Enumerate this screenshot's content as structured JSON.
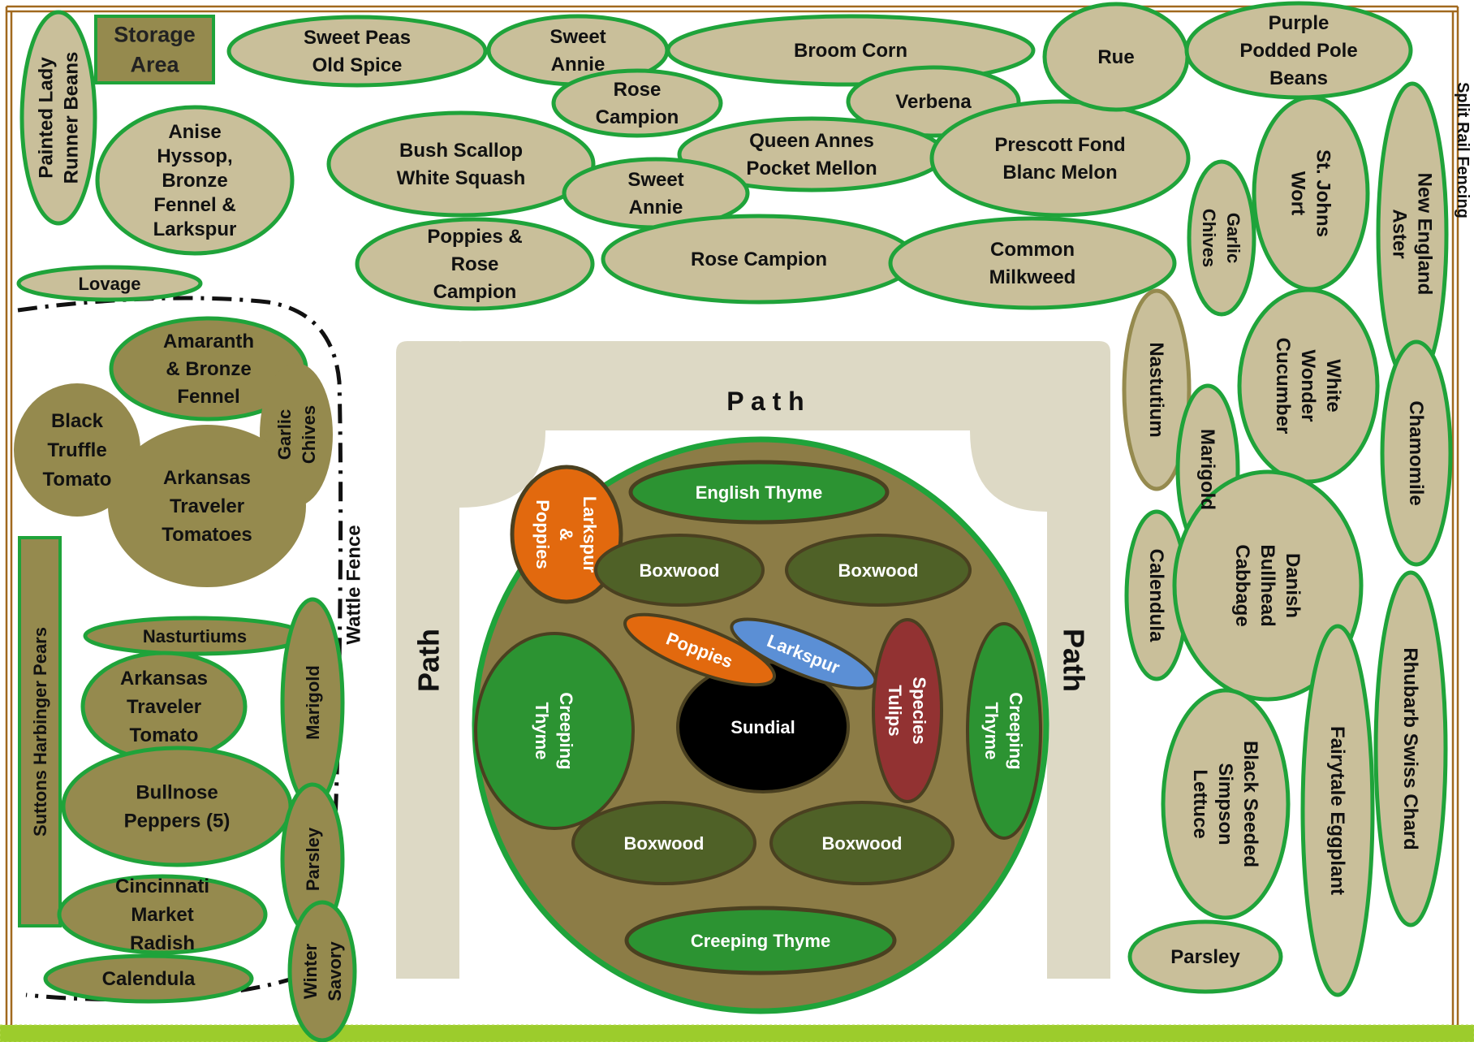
{
  "colors": {
    "bed_light": "#c9bf9a",
    "bed_dark": "#958a4e",
    "outline_green": "#1fa33a",
    "path": "#ddd9c5",
    "circle_ground": "#8c7c46",
    "boxwood": "#4f6127",
    "creeping": "#2c9332",
    "orange": "#e2690e",
    "blue": "#5b8fd5",
    "maroon": "#923232",
    "fence_brown": "#a1691e",
    "grass": "#9ccc2c"
  },
  "labels": {
    "storage_area": [
      "Storage",
      "Area"
    ],
    "sweet_peas": [
      "Sweet Peas",
      "Old Spice"
    ],
    "sweet_annie_top": [
      "Sweet",
      "Annie"
    ],
    "broom_corn": [
      "Broom Corn"
    ],
    "rue": [
      "Rue"
    ],
    "purple_beans": [
      "Purple",
      "Podded Pole",
      "Beans"
    ],
    "painted_lady": [
      "Painted Lady",
      "Runner Beans"
    ],
    "anise_hyssop": [
      "Anise",
      "Hyssop,",
      "Bronze",
      "Fennel &",
      "Larkspur"
    ],
    "rose_campion_top": [
      "Rose",
      "Campion"
    ],
    "verbena": [
      "Verbena"
    ],
    "bush_scallop": [
      "Bush Scallop",
      "White Squash"
    ],
    "queen_annes": [
      "Queen Annes",
      "Pocket Mellon"
    ],
    "prescott": [
      "Prescott Fond",
      "Blanc Melon"
    ],
    "sweet_annie_mid": [
      "Sweet",
      "Annie"
    ],
    "st_johns": [
      "St. Johns",
      "Wort"
    ],
    "new_england": [
      "New England",
      "Aster"
    ],
    "garlic_chives_right": [
      "Garlic",
      "Chives"
    ],
    "poppies_rose": [
      "Poppies &",
      "Rose",
      "Campion"
    ],
    "rose_campion_mid": [
      "Rose Campion"
    ],
    "common_milkweed": [
      "Common",
      "Milkweed"
    ],
    "lovage": [
      "Lovage"
    ],
    "split_rail": [
      "Split Rail Fencing"
    ],
    "amaranth": [
      "Amaranth",
      "& Bronze",
      "Fennel"
    ],
    "black_truffle": [
      "Black",
      "Truffle",
      "Tomato"
    ],
    "garlic_chives_left": [
      "Garlic",
      "Chives"
    ],
    "arkansas_tomatoes": [
      "Arkansas",
      "Traveler",
      "Tomatoes"
    ],
    "wattle_fence": [
      "Wattle Fence"
    ],
    "suttons_pears": [
      "Suttons Harbinger Pears"
    ],
    "nasturtiums": [
      "Nasturtiums"
    ],
    "marigold_left": [
      "Marigold"
    ],
    "arkansas_tomato": [
      "Arkansas",
      "Traveler",
      "Tomato"
    ],
    "bullnose": [
      "Bullnose",
      "Peppers (5)"
    ],
    "parsley_left": [
      "Parsley"
    ],
    "cincinnati": [
      "Cincinnati",
      "Market",
      "Radish"
    ],
    "winter_savory": [
      "Winter",
      "Savory"
    ],
    "calendula_left": [
      "Calendula"
    ],
    "nastutium": [
      "Nastutium"
    ],
    "marigold_right": [
      "Marigold"
    ],
    "white_wonder": [
      "White",
      "Wonder",
      "Cucumber"
    ],
    "chamomile": [
      "Chamomile"
    ],
    "calendula_right": [
      "Calendula"
    ],
    "danish_cabbage": [
      "Danish",
      "Bullhead",
      "Cabbage"
    ],
    "rhubarb": [
      "Rhubarb Swiss Chard"
    ],
    "fairytale": [
      "Fairytale Eggplant"
    ],
    "black_seeded": [
      "Black Seeded",
      "Simpson",
      "Lettuce"
    ],
    "parsley_right": [
      "Parsley"
    ],
    "path_top": [
      "P a t h"
    ],
    "path_left": [
      "Path"
    ],
    "path_right": [
      "Path"
    ],
    "english_thyme": [
      "English Thyme"
    ],
    "larkspur_poppies": [
      "Larkspur",
      "&",
      "Poppies"
    ],
    "boxwood_ul": [
      "Boxwood"
    ],
    "boxwood_ur": [
      "Boxwood"
    ],
    "poppies": [
      "Poppies"
    ],
    "larkspur": [
      "Larkspur"
    ],
    "creeping_left": [
      "Creeping",
      "Thyme"
    ],
    "sundial": [
      "Sundial"
    ],
    "species_tulips": [
      "Species",
      "Tulips"
    ],
    "creeping_right": [
      "Creeping",
      "Thyme"
    ],
    "boxwood_ll": [
      "Boxwood"
    ],
    "boxwood_lr": [
      "Boxwood"
    ],
    "creeping_bottom": [
      "Creeping Thyme"
    ]
  }
}
